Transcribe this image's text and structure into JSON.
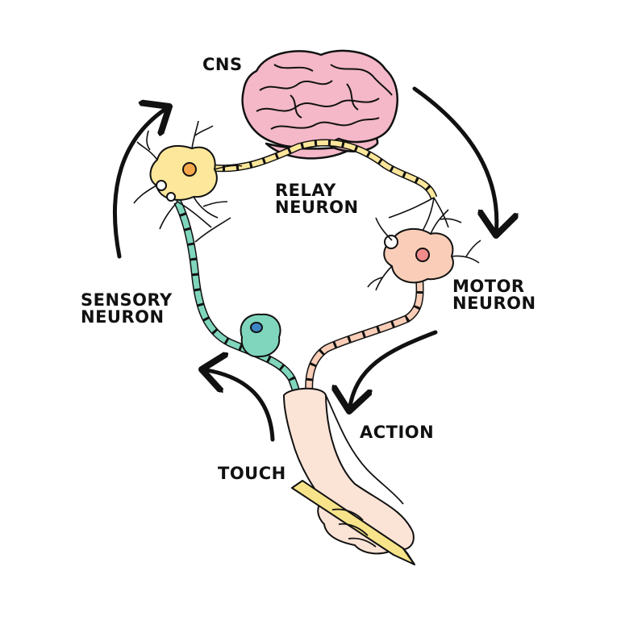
{
  "labels": {
    "cns": "CNS",
    "relay_line1": "RELAY",
    "relay_line2": "NEURON",
    "sensory_line1": "SENSORY",
    "sensory_line2": "NEURON",
    "motor_line1": "MOTOR",
    "motor_line2": "NEURON",
    "action": "ACTION",
    "touch": "TOUCH"
  },
  "colors": {
    "brain": "#f4b8c8",
    "relay_neuron": "#fde79a",
    "relay_nucleus": "#f6a64a",
    "motor_neuron": "#f9cdb7",
    "motor_nucleus": "#f28b8b",
    "sensory_neuron": "#7fd6bc",
    "sensory_nucleus": "#3d86c6",
    "skin": "#fbe3d6",
    "pencil": "#f7e48a",
    "outline": "#111111"
  }
}
